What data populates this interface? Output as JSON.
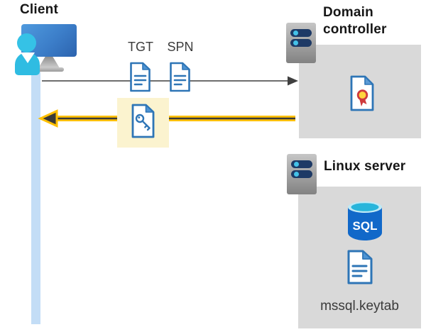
{
  "diagram": {
    "client": {
      "label": "Client"
    },
    "tickets": {
      "tgt_label": "TGT",
      "spn_label": "SPN"
    },
    "domain_controller": {
      "label": "Domain\ncontroller"
    },
    "linux_server": {
      "label": "Linux server",
      "keytab_label": "mssql.keytab",
      "sql_icon_text": "SQL"
    },
    "colors": {
      "box_gray": "#d9d9d9",
      "highlight_yellow": "#fbf3cf",
      "arrow_gold": "#ffc000",
      "arrow_dark": "#3a3a38",
      "request_arrow_gray": "#595959",
      "document_blue": "#2e75b6",
      "session_bar_blue": "#c3ddf6",
      "person_cyan": "#35c2e6",
      "server_bar_navy": "#1e3a66",
      "server_dot_cyan": "#44c1e8",
      "sql_body_blue": "#1168c9",
      "sql_top_cyan": "#27b5db",
      "cert_seal_yellow": "#ffd53d",
      "cert_seal_red": "#cf3a3c"
    }
  }
}
